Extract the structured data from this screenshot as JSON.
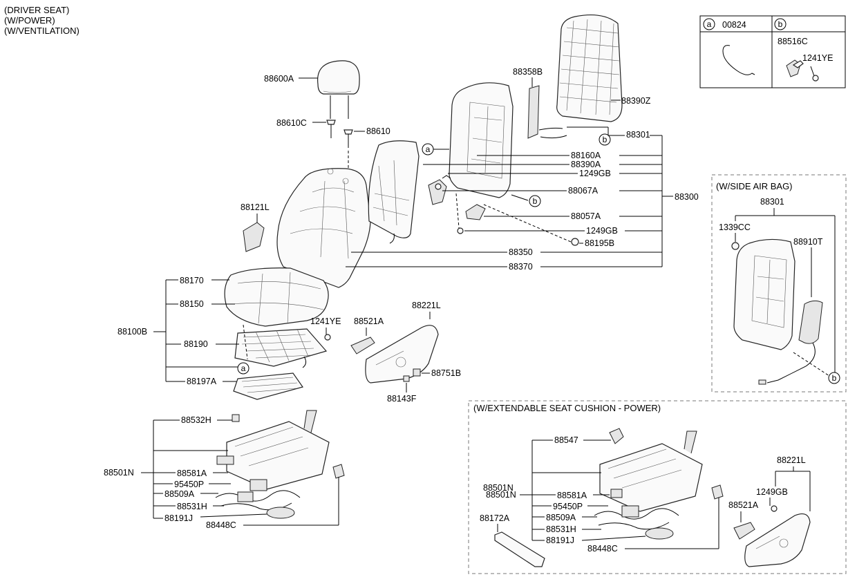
{
  "header": {
    "line1": "(DRIVER SEAT)",
    "line2": "(W/POWER)",
    "line3": "(W/VENTILATION)"
  },
  "legend": {
    "a_letter": "a",
    "a_part": "00824",
    "b_letter": "b",
    "b_part1": "88516C",
    "b_part2": "1241YE"
  },
  "parts": {
    "p88600A": "88600A",
    "p88610C": "88610C",
    "p88610": "88610",
    "p88358B": "88358B",
    "p88390Z": "88390Z",
    "p88301": "88301",
    "p88160A": "88160A",
    "p88390A": "88390A",
    "p1249GB_a": "1249GB",
    "p88067A": "88067A",
    "p88300": "88300",
    "p88057A": "88057A",
    "p1249GB_b": "1249GB",
    "p88195B": "88195B",
    "p88121L": "88121L",
    "p88350": "88350",
    "p88370": "88370",
    "p88170": "88170",
    "p88150": "88150",
    "p88100B": "88100B",
    "p88190": "88190",
    "p88197A": "88197A",
    "p1241YE": "1241YE",
    "p88521A": "88521A",
    "p88221L": "88221L",
    "p88751B": "88751B",
    "p88143F": "88143F",
    "p88532H": "88532H",
    "p88501N": "88501N",
    "p88581A": "88581A",
    "p95450P": "95450P",
    "p88509A": "88509A",
    "p88531H": "88531H",
    "p88191J": "88191J",
    "p88448C": "88448C"
  },
  "airbag": {
    "title": "(W/SIDE AIR BAG)",
    "p88301": "88301",
    "p1339CC": "1339CC",
    "p88910T": "88910T"
  },
  "extend": {
    "title": "(W/EXTENDABLE SEAT CUSHION - POWER)",
    "p88547": "88547",
    "p88501N_1": "88501N",
    "p88501N_2": "88501N",
    "p88581A": "88581A",
    "p95450P": "95450P",
    "p88509A": "88509A",
    "p88531H": "88531H",
    "p88191J": "88191J",
    "p88448C": "88448C",
    "p88172A": "88172A",
    "p88221L": "88221L",
    "p1249GB": "1249GB",
    "p88521A": "88521A"
  },
  "callouts": {
    "a": "a",
    "b": "b"
  }
}
